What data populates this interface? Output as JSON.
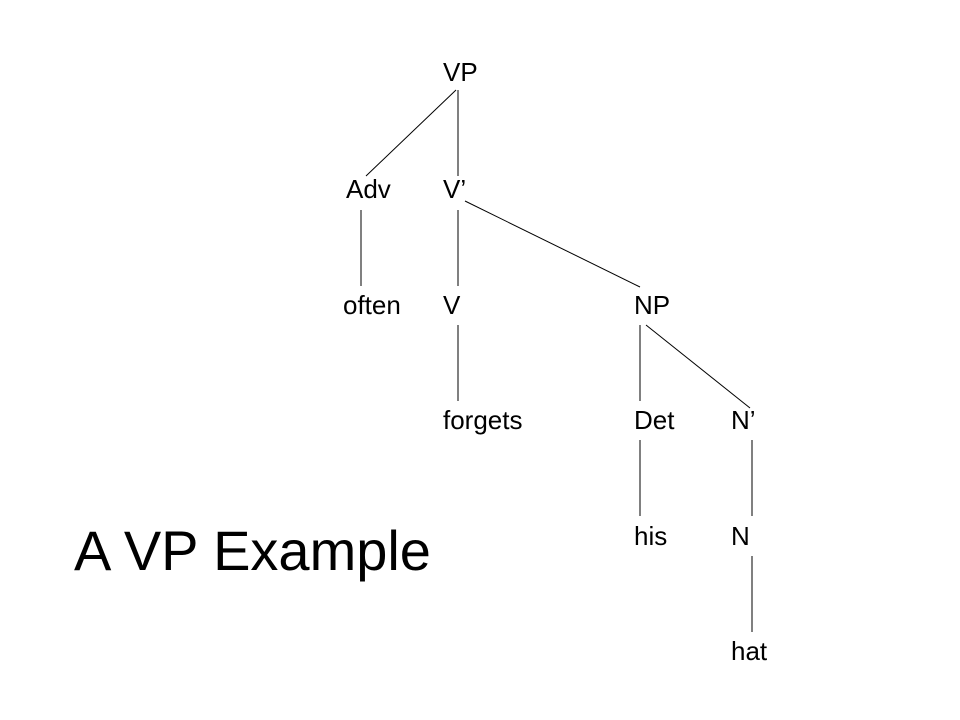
{
  "title": "A VP Example",
  "tree": {
    "nodes": [
      {
        "id": "vp",
        "label": "VP"
      },
      {
        "id": "adv",
        "label": "Adv"
      },
      {
        "id": "vbar",
        "label": "V’"
      },
      {
        "id": "often",
        "label": "often"
      },
      {
        "id": "v",
        "label": "V"
      },
      {
        "id": "np",
        "label": "NP"
      },
      {
        "id": "forgets",
        "label": "forgets"
      },
      {
        "id": "det",
        "label": "Det"
      },
      {
        "id": "nbar",
        "label": "N’"
      },
      {
        "id": "his",
        "label": "his"
      },
      {
        "id": "n",
        "label": "N"
      },
      {
        "id": "hat",
        "label": "hat"
      }
    ],
    "edges": [
      [
        "vp",
        "adv"
      ],
      [
        "vp",
        "vbar"
      ],
      [
        "adv",
        "often"
      ],
      [
        "vbar",
        "v"
      ],
      [
        "vbar",
        "np"
      ],
      [
        "v",
        "forgets"
      ],
      [
        "np",
        "det"
      ],
      [
        "np",
        "nbar"
      ],
      [
        "det",
        "his"
      ],
      [
        "nbar",
        "n"
      ],
      [
        "n",
        "hat"
      ]
    ]
  }
}
